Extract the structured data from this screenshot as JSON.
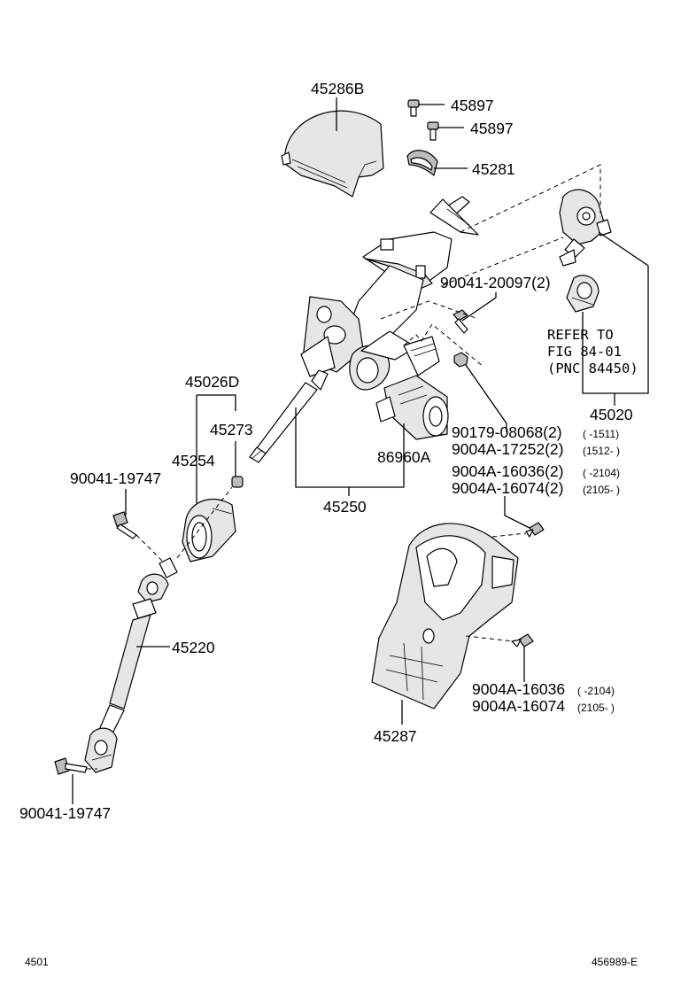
{
  "labels": {
    "p45286B": "45286B",
    "p45897a": "45897",
    "p45897b": "45897",
    "p45281": "45281",
    "p90041_20097": "90041-20097(2)",
    "ref1": "REFER TO",
    "ref2": "FIG 84-01",
    "ref3": "(PNC 84450)",
    "p45020": "45020",
    "p45026D": "45026D",
    "p45273": "45273",
    "p45254": "45254",
    "p90041_19747_top": "90041-19747",
    "p86960A": "86960A",
    "p45250": "45250",
    "p90179": "90179-08068(2)",
    "p90179_range": "(      -1511)",
    "p9004A_17252": "9004A-17252(2)",
    "p9004A_17252_range": "(1512-      )",
    "p9004A_16036_2": "9004A-16036(2)",
    "p9004A_16036_2_range": "(      -2104)",
    "p9004A_16074_2": "9004A-16074(2)",
    "p9004A_16074_2_range": "(2105-      )",
    "p45220": "45220",
    "p9004A_16036": "9004A-16036",
    "p9004A_16036_range": "(      -2104)",
    "p9004A_16074": "9004A-16074",
    "p9004A_16074_range": "(2105-      )",
    "p45287": "45287",
    "p90041_19747_bottom": "90041-19747"
  },
  "footer": {
    "left": "4501",
    "right": "456989-E"
  }
}
